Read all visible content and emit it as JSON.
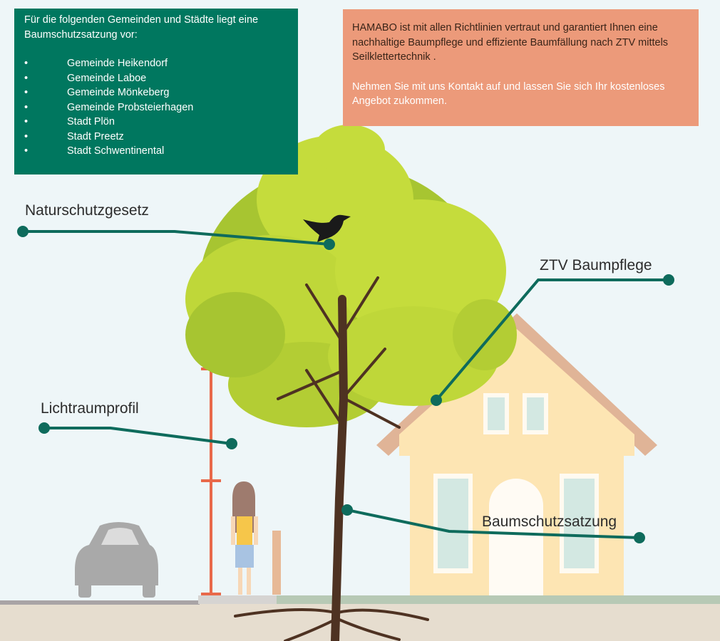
{
  "green_box": {
    "intro": "Für die folgenden Gemeinden und Städte liegt eine Baumschutzsatzung vor:",
    "items": [
      "Gemeinde Heikendorf",
      "Gemeinde Laboe",
      "Gemeinde Mönkeberg",
      "Gemeinde Probsteierhagen",
      "Stadt Plön",
      "Stadt Preetz",
      "Stadt Schwentinental"
    ]
  },
  "orange_box": {
    "paragraph1": "HAMABO ist mit allen Richtlinien vertraut und garantiert Ihnen eine nachhaltige Baumpflege und effiziente Baumfällung nach ZTV mittels Seilklettertechnik .",
    "paragraph2": "Nehmen Sie mit uns Kontakt auf und lassen Sie sich Ihr kostenloses Angebot zukommen."
  },
  "callouts": {
    "naturschutz": "Naturschutzgesetz",
    "ztv": "ZTV Baumpflege",
    "lichtraum": "Lichtraumprofil",
    "baumschutz": "Baumschutzsatzung"
  },
  "colors": {
    "teal": "#00775f",
    "orange": "#ec9a7a",
    "leaf": "#bcd631",
    "trunk": "#4e3222",
    "line": "#0e6b5c"
  }
}
